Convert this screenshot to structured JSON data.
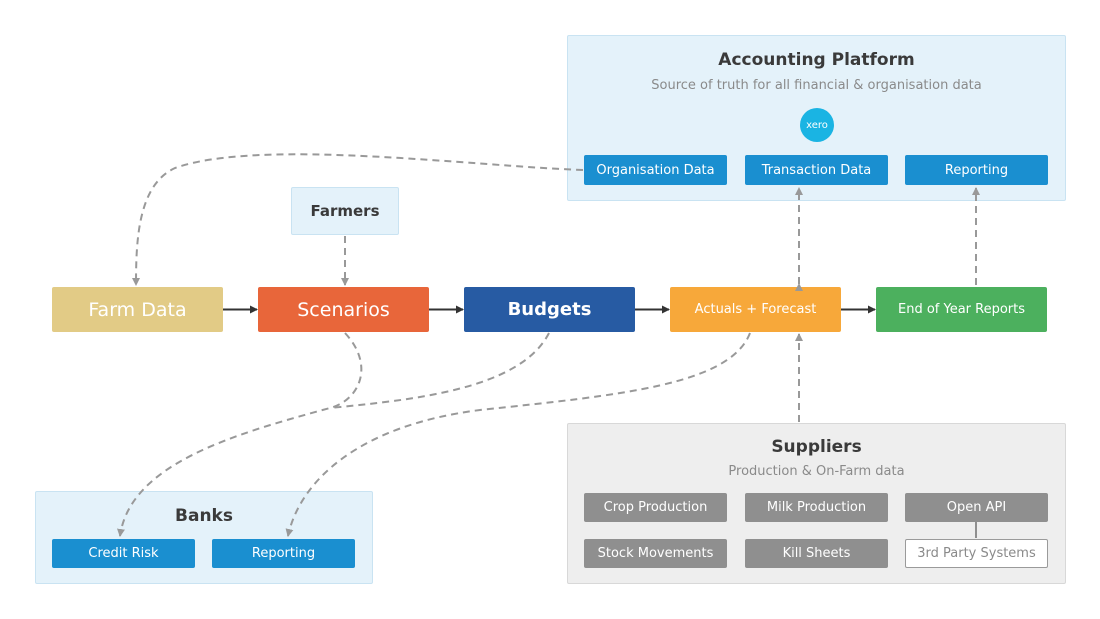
{
  "colors": {
    "farm_data": "#e2cb86",
    "scenarios": "#e8663a",
    "budgets": "#275ba3",
    "actuals_forecast": "#f7a83a",
    "end_of_year": "#4cb05e",
    "chip_blue": "#1a8fd0",
    "chip_grey": "#8f8f8f",
    "panel_blue": "#e4f2fa",
    "panel_grey": "#eeeeee",
    "connector": "#999999"
  },
  "accounting": {
    "title": "Accounting Platform",
    "subtitle": "Source of truth for all financial & organisation data",
    "logo_text": "xero",
    "items": [
      "Organisation Data",
      "Transaction Data",
      "Reporting"
    ]
  },
  "farmers": {
    "label": "Farmers"
  },
  "flow": {
    "farm_data": "Farm Data",
    "scenarios": "Scenarios",
    "budgets": "Budgets",
    "actuals_forecast": "Actuals + Forecast",
    "end_of_year": "End of Year Reports"
  },
  "banks": {
    "title": "Banks",
    "items": [
      "Credit Risk",
      "Reporting"
    ]
  },
  "suppliers": {
    "title": "Suppliers",
    "subtitle": "Production & On-Farm data",
    "items": [
      "Crop Production",
      "Milk Production",
      "Open API",
      "Stock Movements",
      "Kill Sheets",
      "3rd Party Systems"
    ]
  }
}
